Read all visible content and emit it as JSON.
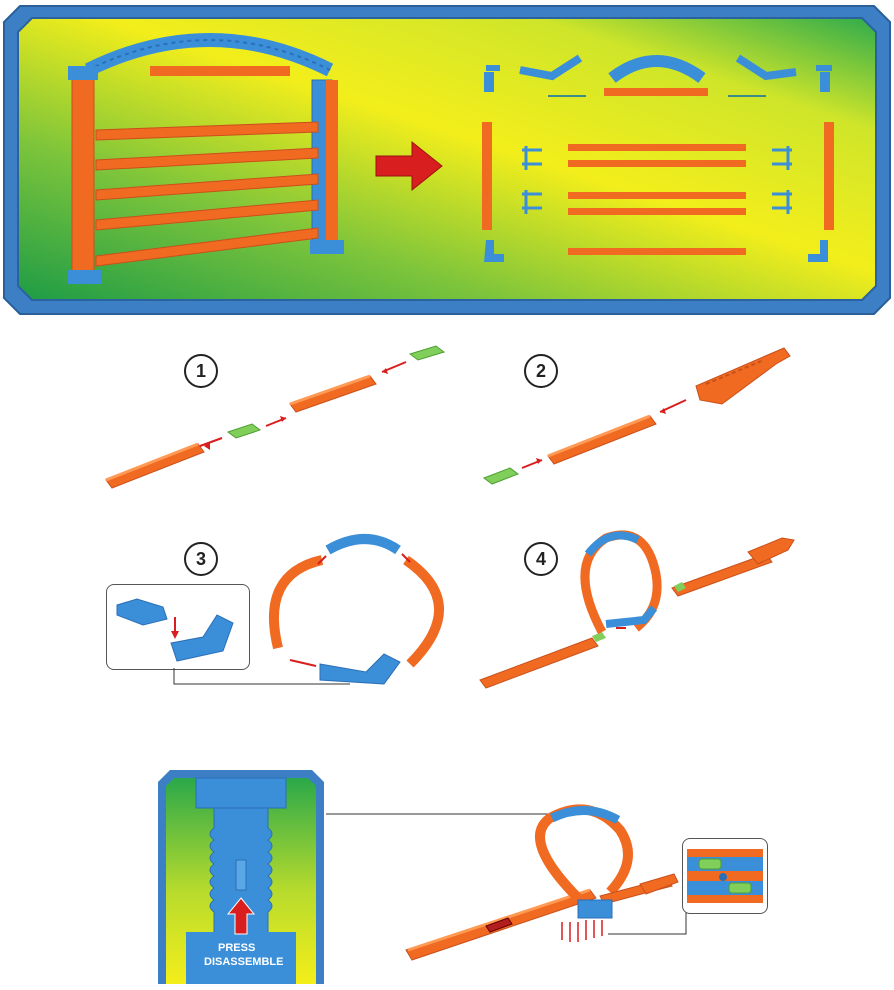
{
  "steps": [
    {
      "number": "1"
    },
    {
      "number": "2"
    },
    {
      "number": "3"
    },
    {
      "number": "4"
    }
  ],
  "press_label": {
    "line1": "PRESS",
    "line2": "DISASSEMBLE"
  },
  "colors": {
    "track_orange": "#f06a21",
    "connector_blue": "#3a8fd8",
    "connector_green": "#7fcf5a",
    "arrow_red": "#d81e1e",
    "frame_blue": "#3c7fc4",
    "panel_green": "#2aa84a",
    "panel_yellow": "#f4ee1a"
  },
  "icons": {
    "arrow": "right-arrow-icon",
    "press": "up-arrow-icon"
  }
}
